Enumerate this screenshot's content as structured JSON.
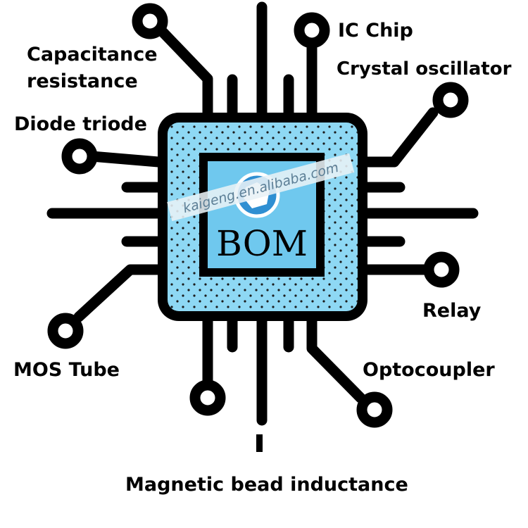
{
  "center_label": "BOM",
  "watermark": "kaigeng.en.alibaba.com",
  "labels": {
    "capacitance_line1": "Capacitance",
    "capacitance_line2": "resistance",
    "diode_triode": "Diode triode",
    "ic_chip": "IC Chip",
    "crystal_oscillator": "Crystal oscillator",
    "relay": "Relay",
    "mos_tube": "MOS Tube",
    "optocoupler": "Optocoupler",
    "magnetic_bead": "Magnetic bead inductance"
  },
  "colors": {
    "outline": "#000000",
    "chip_fill": "#8ed8f4",
    "die_fill": "#6fc8ee",
    "background": "#ffffff",
    "watermark_strip": "#e8f1f6",
    "watermark_text": "#5d7f96"
  }
}
